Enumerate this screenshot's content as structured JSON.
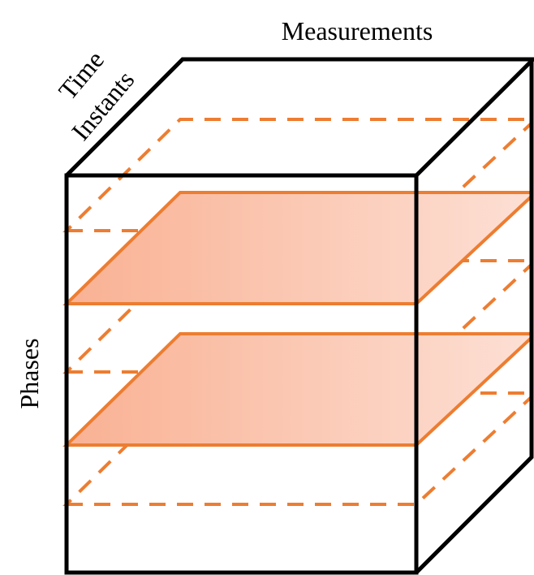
{
  "labels": {
    "top": "Measurements",
    "diagonal_line1": "Time",
    "diagonal_line2": "Instants",
    "left": "Phases"
  },
  "colors": {
    "cube_edge": "#000000",
    "slice_stroke": "#ED7D31",
    "slice_fill_start": "#F9B193",
    "slice_fill_end": "#FDE0D5"
  },
  "slices": [
    {
      "style": "dashed"
    },
    {
      "style": "solid"
    },
    {
      "style": "dashed"
    },
    {
      "style": "solid"
    },
    {
      "style": "dashed"
    }
  ]
}
